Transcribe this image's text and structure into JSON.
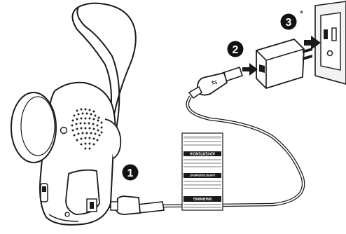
{
  "steps": [
    {
      "number": "1"
    },
    {
      "number": "2"
    },
    {
      "number": "3",
      "footnote_mark": "*"
    }
  ],
  "labels": {
    "warning": "WARNING",
    "avertissement": "AVERTISSEMENT",
    "advertencia": "ADVERTENCIA",
    "usb_symbol": "⇆"
  },
  "colors": {
    "outline": "#1a1a1a",
    "marker_fill": "#111111",
    "marker_text": "#ffffff",
    "background": "#ffffff",
    "wall": "#f2f2f2",
    "grille": "#222222"
  },
  "icons": [
    "camera-icon",
    "usb-cable-icon",
    "power-adapter-icon",
    "wall-outlet-icon",
    "warning-tag-icon",
    "arrow-icon"
  ]
}
